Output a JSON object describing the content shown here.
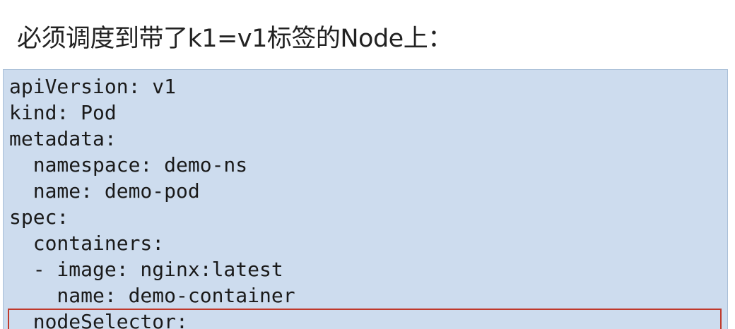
{
  "title": "必须调度到带了k1=v1标签的Node上：",
  "code": {
    "lines": [
      "apiVersion: v1",
      "kind: Pod",
      "metadata:",
      "  namespace: demo-ns",
      "  name: demo-pod",
      "spec:",
      "  containers:",
      "  - image: nginx:latest",
      "    name: demo-container",
      "  nodeSelector:"
    ]
  },
  "colors": {
    "code_background": "#cddcee",
    "highlight_border": "#c0392b"
  }
}
